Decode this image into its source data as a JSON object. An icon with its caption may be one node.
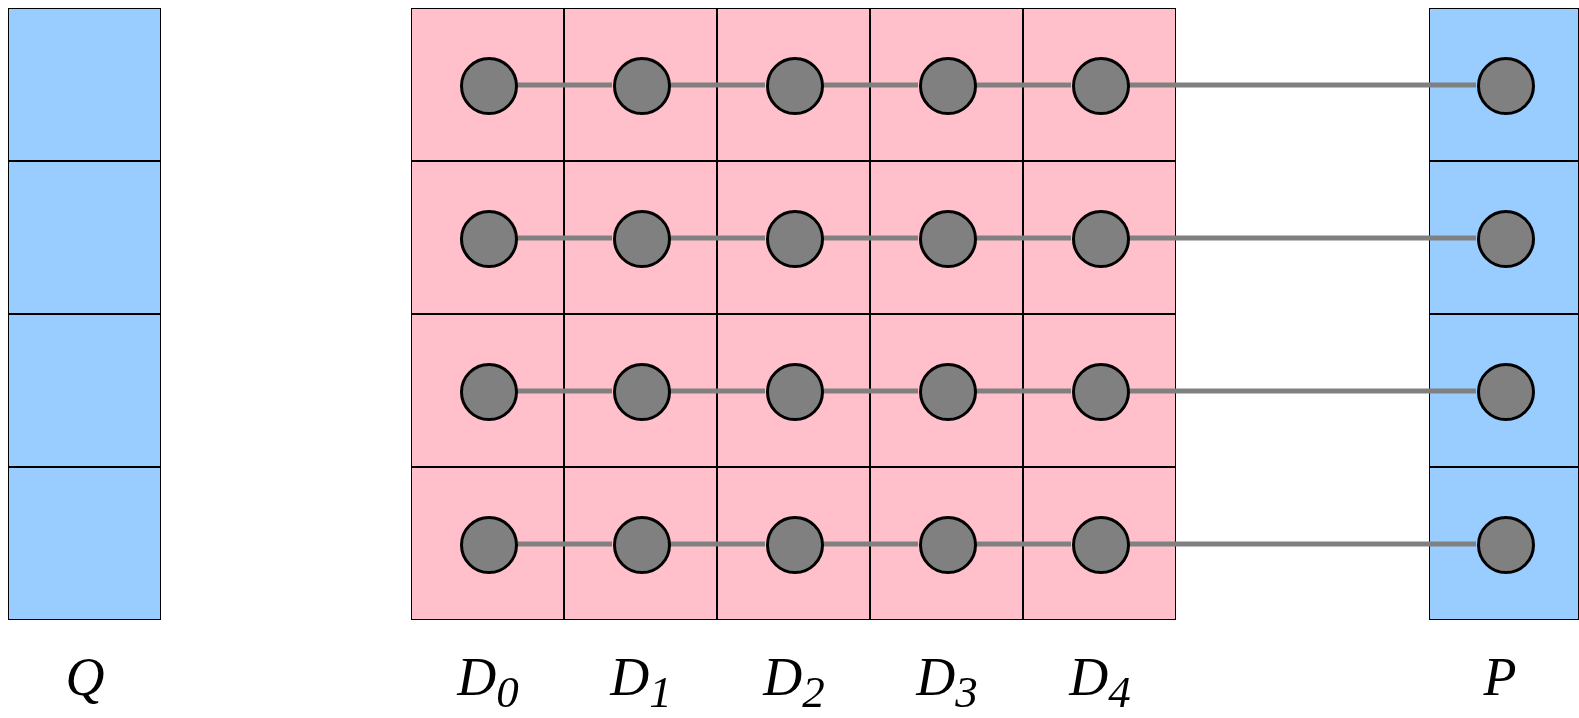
{
  "diagram": {
    "nodes": [
      {
        "text": [],
        "shape": "box"
      },
      {
        "text": [],
        "shape": "box"
      },
      {
        "text": [],
        "shape": "circle",
        "in": 1
      },
      {
        "text": [],
        "shape": "box"
      },
      {
        "text": [],
        "shape": "circle",
        "in": 3
      },
      {
        "text": [],
        "shape": "box"
      },
      {
        "text": [],
        "shape": "circle",
        "in": 5
      },
      {
        "text": [],
        "shape": "box"
      },
      {
        "text": [],
        "shape": "circle",
        "in": 7
      },
      {
        "text": [],
        "shape": "box"
      },
      {
        "text": [],
        "shape": "circle",
        "in": 9
      },
      {
        "text": [],
        "shape": "box"
      },
      {
        "text": [],
        "shape": "circle",
        "in": 11
      },
      {
        "text": [],
        "shape": "box"
      },
      {
        "text": [],
        "shape": "box"
      },
      {
        "text": [],
        "shape": "circle",
        "in": 14
      },
      {
        "text": [],
        "shape": "box"
      },
      {
        "text": [],
        "shape": "circle",
        "in": 16
      },
      {
        "text": [],
        "shape": "box"
      },
      {
        "text": [],
        "shape": "circle",
        "in": 18
      },
      {
        "text": [],
        "shape": "box"
      },
      {
        "text": [],
        "shape": "circle",
        "in": 20
      },
      {
        "text": [],
        "shape": "box"
      },
      {
        "text": [],
        "shape": "circle",
        "in": 22
      },
      {
        "text": [],
        "shape": "box"
      },
      {
        "text": [],
        "shape": "circle",
        "in": 24
      },
      {
        "text": [],
        "shape": "box"
      },
      {
        "text": [],
        "shape": "box"
      },
      {
        "text": [],
        "shape": "circle",
        "in": 27
      },
      {
        "text": [],
        "shape": "box"
      },
      {
        "text": [],
        "shape": "circle",
        "in": 29
      },
      {
        "text": [],
        "shape": "box"
      },
      {
        "text": [],
        "shape": "circle",
        "in": 31
      },
      {
        "text": [],
        "shape": "box"
      },
      {
        "text": [],
        "shape": "circle",
        "in": 33
      },
      {
        "text": [],
        "shape": "box"
      },
      {
        "text": [],
        "shape": "circle",
        "in": 35
      },
      {
        "text": [],
        "shape": "box"
      },
      {
        "text": [],
        "shape": "circle",
        "in": 37
      },
      {
        "text": [],
        "shape": "box"
      },
      {
        "text": [],
        "shape": "box"
      },
      {
        "text": [],
        "shape": "circle",
        "in": 40
      },
      {
        "text": [],
        "shape": "box"
      },
      {
        "text": [],
        "shape": "circle",
        "in": 42
      },
      {
        "text": [],
        "shape": "box"
      },
      {
        "text": [],
        "shape": "circle",
        "in": 44
      },
      {
        "text": [],
        "shape": "box"
      },
      {
        "text": [],
        "shape": "circle",
        "in": 46
      },
      {
        "text": [],
        "shape": "box"
      },
      {
        "text": [],
        "shape": "circle",
        "in": 48
      },
      {
        "text": [],
        "shape": "box"
      },
      {
        "text": [],
        "shape": "circle",
        "in": 50
      }
    ],
    "edges": [
      {
        "from": 2,
        "to": 4,
        "arrow": "none"
      },
      {
        "from": 4,
        "to": 6,
        "arrow": "none"
      },
      {
        "from": 6,
        "to": 8,
        "arrow": "none"
      },
      {
        "from": 8,
        "to": 10,
        "arrow": "none"
      },
      {
        "from": 10,
        "to": 12,
        "arrow": "none"
      },
      {
        "from": 15,
        "to": 17,
        "arrow": "none"
      },
      {
        "from": 17,
        "to": 19,
        "arrow": "none"
      },
      {
        "from": 19,
        "to": 21,
        "arrow": "none"
      },
      {
        "from": 21,
        "to": 23,
        "arrow": "none"
      },
      {
        "from": 23,
        "to": 25,
        "arrow": "none"
      },
      {
        "from": 28,
        "to": 30,
        "arrow": "none"
      },
      {
        "from": 30,
        "to": 32,
        "arrow": "none"
      },
      {
        "from": 32,
        "to": 34,
        "arrow": "none"
      },
      {
        "from": 34,
        "to": 36,
        "arrow": "none"
      },
      {
        "from": 36,
        "to": 38,
        "arrow": "none"
      },
      {
        "from": 41,
        "to": 43,
        "arrow": "none"
      },
      {
        "from": 43,
        "to": 45,
        "arrow": "none"
      },
      {
        "from": 45,
        "to": 47,
        "arrow": "none"
      },
      {
        "from": 47,
        "to": 49,
        "arrow": "none"
      },
      {
        "from": 49,
        "to": 51,
        "arrow": "none"
      }
    ],
    "labels": [
      "Q",
      "D$_{0}$",
      "D$_{1}$",
      "D$_{2}$",
      "D$_{3}$",
      "D$_{4}$",
      "P"
    ]
  }
}
